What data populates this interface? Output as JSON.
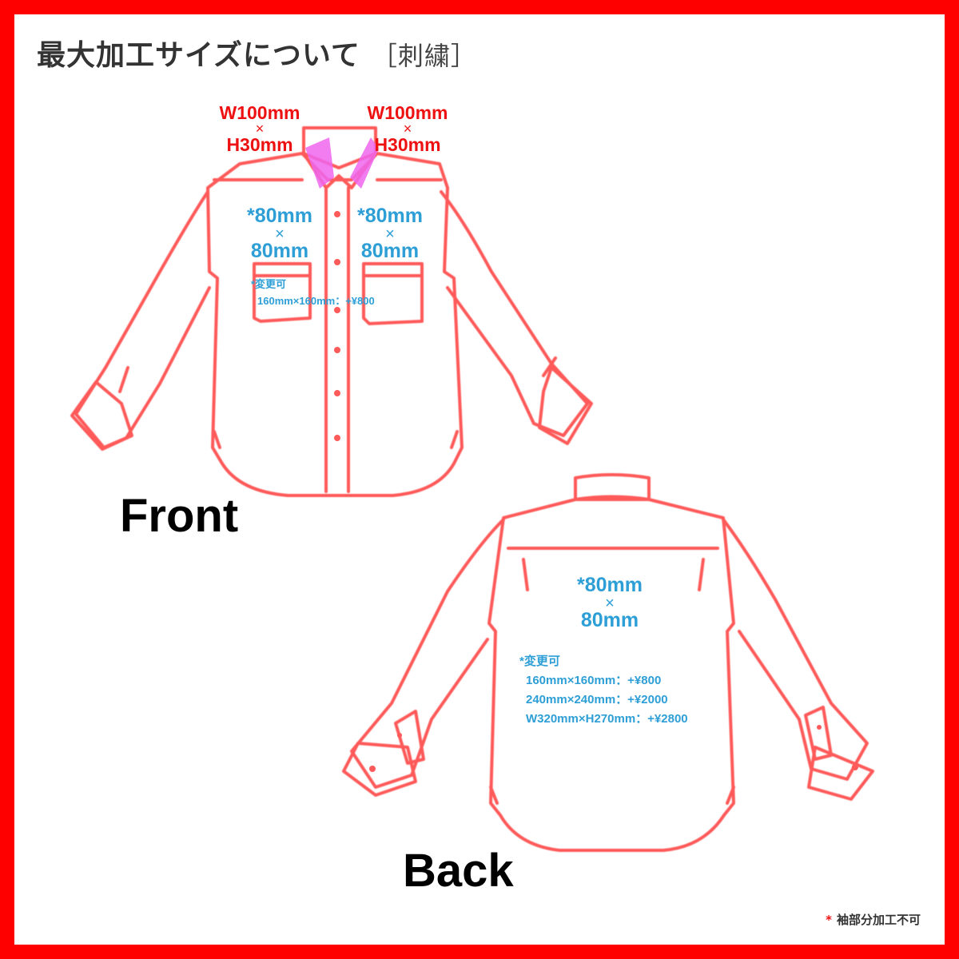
{
  "title": {
    "main": "最大加工サイズについて",
    "tag": "［刺繍］"
  },
  "colors": {
    "frame": "#ff0000",
    "outline": "#ff5a5a",
    "collar_area": "#ee66ee",
    "size_red": "#ee1111",
    "size_blue": "#2d9fd6"
  },
  "front": {
    "label": "Front",
    "collar_left": {
      "w": "W100mm",
      "x": "×",
      "h": "H30mm"
    },
    "collar_right": {
      "w": "W100mm",
      "x": "×",
      "h": "H30mm"
    },
    "chest_left": {
      "w": "*80mm",
      "x": "×",
      "h": "80mm"
    },
    "chest_right": {
      "w": "*80mm",
      "x": "×",
      "h": "80mm"
    },
    "note": {
      "title": "*変更可",
      "options": [
        "160mm×160mm：+¥800"
      ]
    }
  },
  "back": {
    "label": "Back",
    "center": {
      "w": "*80mm",
      "x": "×",
      "h": "80mm"
    },
    "note": {
      "title": "*変更可",
      "options": [
        "160mm×160mm：+¥800",
        "240mm×240mm：+¥2000",
        "W320mm×H270mm：+¥2800"
      ]
    }
  },
  "footnote": {
    "mark": "*",
    "text": "袖部分加工不可"
  }
}
